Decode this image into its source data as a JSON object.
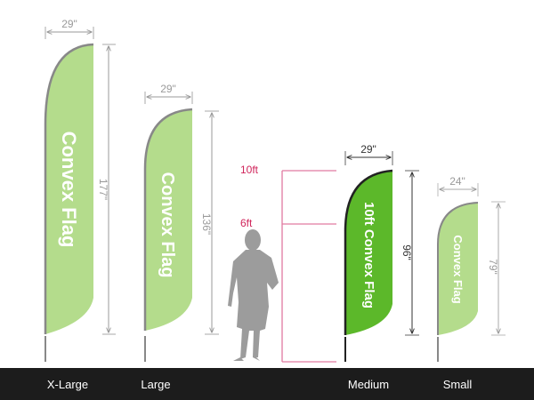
{
  "flags": [
    {
      "size": "X-Large",
      "width": "29\"",
      "height": "177\"",
      "text": "Convex  Flag"
    },
    {
      "size": "Large",
      "width": "29\"",
      "height": "136\"",
      "text": "Convex  Flag"
    },
    {
      "size": "Medium",
      "width": "29\"",
      "height": "96\"",
      "text": "10ft Convex  Flag"
    },
    {
      "size": "Small",
      "width": "24\"",
      "height": "79\"",
      "text": "Convex  Flag"
    }
  ],
  "scale": {
    "top_label": "10ft",
    "person_label": "6ft"
  },
  "colors": {
    "light_green": "#b4dc8c",
    "medium_green": "#5cb82a",
    "pink": "#d0245a",
    "bar": "#1c1c1c"
  }
}
